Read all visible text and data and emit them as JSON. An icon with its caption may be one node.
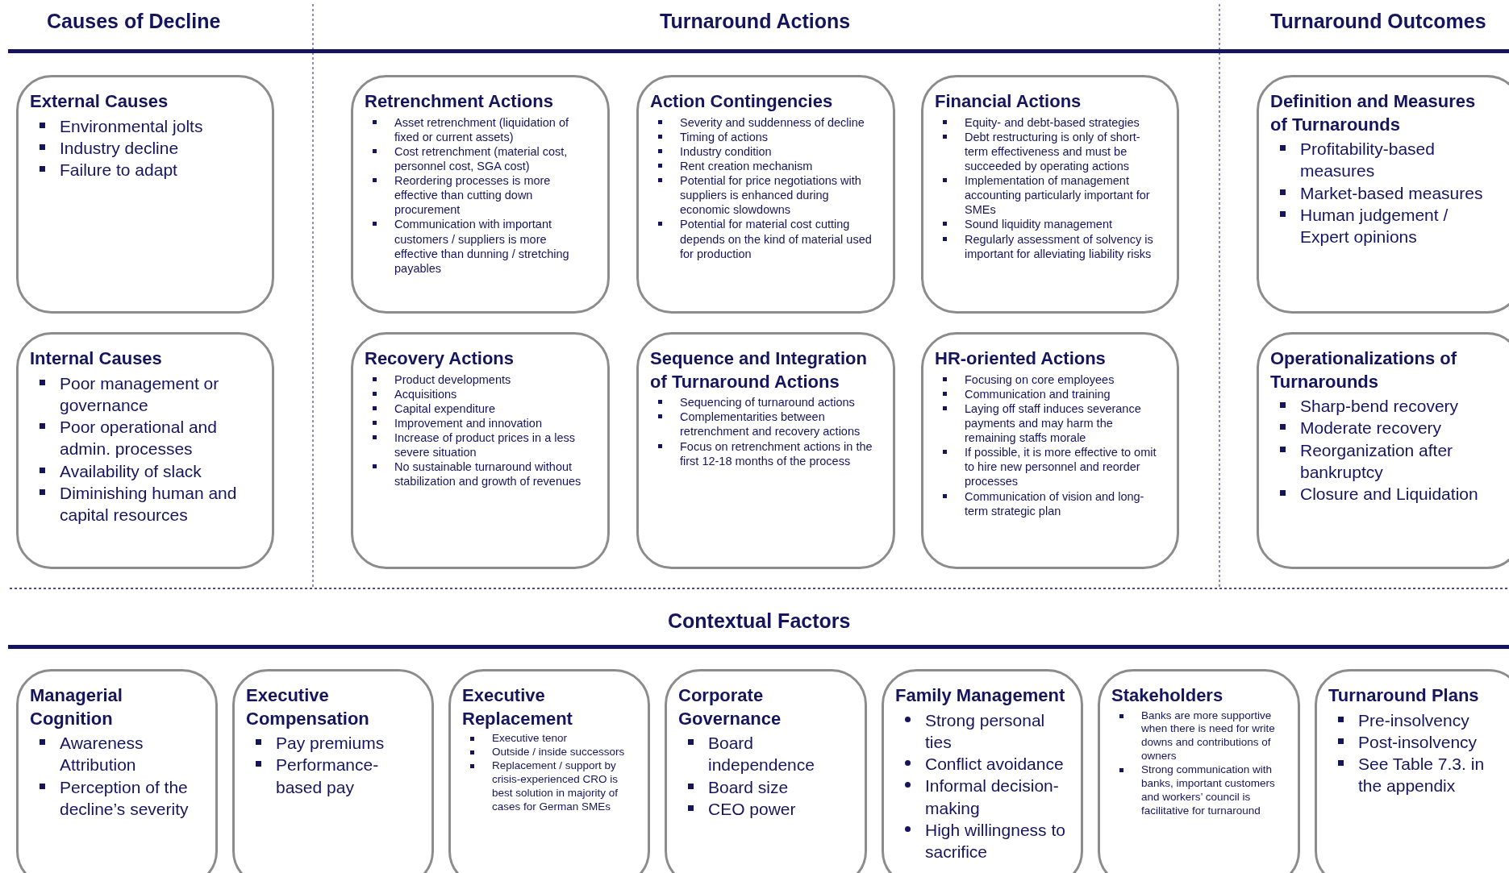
{
  "diagram": {
    "nodes": [
      {
        "text": [
          "External Causes",
          "Environmental jolts",
          "Industry decline",
          "Failure to adapt"
        ]
      },
      {
        "text": [
          "Retrenchment Actions",
          "Asset retrenchment (liquidation of fixed or current assets)",
          "Cost retrenchment (material cost, personnel cost, SGA cost)",
          "Reordering processes is more effective than cutting down procurement",
          "Communication with important customers / suppliers is more effective than dunning / stretching payables"
        ]
      },
      {
        "text": [
          "Action Contingencies",
          "Severity and suddenness of decline",
          "Timing of actions",
          "Industry condition",
          "Rent creation mechanism",
          "Potential for price negotiations with suppliers is enhanced during economic slowdowns",
          "Potential for material cost cutting depends on the kind of material used for production"
        ]
      },
      {
        "text": [
          "Financial Actions",
          "Equity- and debt-based strategies",
          "Debt restructuring is only of short-term effectiveness and must be succeeded by operating actions",
          "Implementation of management accounting particularly important for SMEs",
          "Sound liquidity management",
          "Regularly assessment of solvency is important for alleviating liability risks"
        ]
      },
      {
        "text": [
          "Definition and Measures of Turnarounds",
          "Profitability-based measures",
          "Market-based measures",
          "Human judgement / Expert opinions"
        ]
      },
      {
        "text": [
          "Internal Causes",
          "Poor management or governance",
          "Poor operational and admin. processes",
          "Availability of slack",
          "Diminishing human and capital resources"
        ]
      },
      {
        "text": [
          "Recovery Actions",
          "Product developments",
          "Acquisitions",
          "Capital expenditure",
          "Improvement and innovation",
          "Increase of product prices in a less severe situation",
          "No sustainable turnaround without stabilization and growth of revenues"
        ]
      },
      {
        "text": [
          "Sequence and Integration of Turnaround Actions",
          "Sequencing of turnaround actions",
          "Complementarities between retrenchment and recovery actions",
          "Focus on retrenchment actions in the first 12-18 months of the process"
        ]
      },
      {
        "text": [
          "HR-oriented Actions",
          "Focusing on core employees",
          "Communication and training",
          "Laying off staff induces severance payments and may harm the remaining staffs morale",
          "If possible, it is more effective to omit to hire new personnel and reorder processes",
          "Communication of vision and long-term strategic plan"
        ]
      },
      {
        "text": [
          "Operationalizations of Turnarounds",
          "Sharp-bend recovery",
          "Moderate recovery",
          "Reorganization after bankruptcy",
          "Closure and Liquidation"
        ]
      },
      {
        "text": [
          "Managerial Cognition",
          "Awareness Attribution",
          "Perception of the decline’s severity"
        ]
      },
      {
        "text": [
          "Executive Compensation",
          "Pay premiums",
          "Performance-based pay"
        ]
      },
      {
        "text": [
          "Executive Replacement",
          "Executive tenor",
          "Outside / inside successors",
          "Replacement / support by crisis-experienced CRO is best solution in majority of cases for German SMEs"
        ]
      },
      {
        "text": [
          "Corporate Governance",
          "Board independence",
          "Board size",
          "CEO power"
        ]
      },
      {
        "text": [
          "Family Management",
          "Strong personal ties",
          "Conflict avoidance",
          "Informal decision-making",
          "High willingness to sacrifice"
        ]
      },
      {
        "text": [
          "Stakeholders",
          "Banks are more supportive when there is need for write downs and contributions of owners",
          "Strong communication with banks, important customers and workers’ council is facilitative for turnaround"
        ]
      },
      {
        "text": [
          "Turnaround Plans",
          "Pre-insolvency",
          "Post-insolvency",
          "See Table 7.3. in the appendix"
        ]
      }
    ],
    "labels": [
      "Causes of Decline",
      "Turnaround Actions",
      "Turnaround Outcomes",
      "Contextual Factors"
    ]
  }
}
